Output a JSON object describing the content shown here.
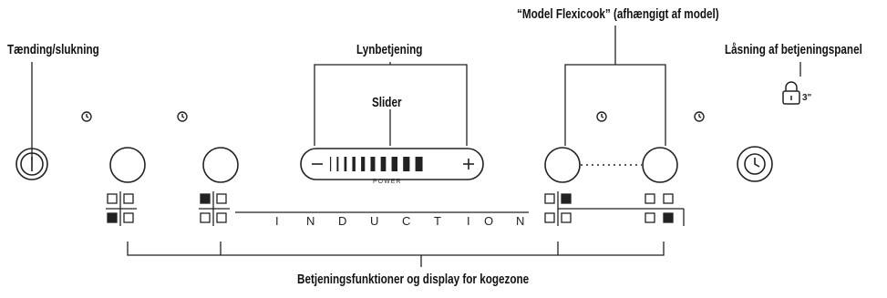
{
  "labels": {
    "power_switch": "Tænding/slukning",
    "quick_control": "Lynbetjening",
    "slider": "Slider",
    "flexicook": "“Model Flexicook” (afhængigt af model)",
    "panel_lock": "Låsning af betjeningspanel",
    "zone_controls": "Betjeningsfunktioner og display for kogezone"
  },
  "panel": {
    "induction_text": [
      "I",
      "N",
      "D",
      "U",
      "C",
      "T",
      "I",
      "O",
      "N"
    ],
    "power_text": "POWER",
    "lock_time": "3\"",
    "slider_minus": "−",
    "slider_plus": "+",
    "slider_levels": 10
  },
  "icons": {
    "power": "power-icon",
    "lock": "padlock-icon",
    "timer": "clock-icon"
  }
}
